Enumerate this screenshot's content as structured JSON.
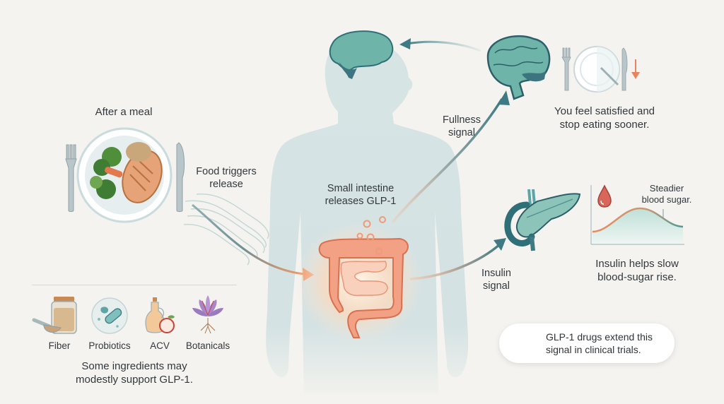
{
  "meal": {
    "title": "After a meal",
    "trigger_label": "Food triggers release"
  },
  "intestine": {
    "label_line1": "Small intestine",
    "label_line2": "releases GLP-1"
  },
  "fullness": {
    "label_line1": "Fullness",
    "label_line2": "signal",
    "result_line1": "You feel satisfied and",
    "result_line2": "stop eating sooner."
  },
  "insulin": {
    "label_line1": "Insulin",
    "label_line2": "signal",
    "chart_label_line1": "Steadier",
    "chart_label_line2": "blood sugar.",
    "result_line1": "Insulin helps slow",
    "result_line2": "blood-sugar rise."
  },
  "ingredients": {
    "items": [
      {
        "label": "Fiber",
        "icon": "fiber-jar-icon"
      },
      {
        "label": "Probiotics",
        "icon": "probiotics-capsule-icon"
      },
      {
        "label": "ACV",
        "icon": "vinegar-apple-icon"
      },
      {
        "label": "Botanicals",
        "icon": "saffron-flower-icon"
      }
    ],
    "note_line1": "Some ingredients may",
    "note_line2": "modestly support GLP-1."
  },
  "callout": {
    "line1": "GLP-1 drugs extend this",
    "line2": "signal in clinical trials.",
    "icon": "syringe-icon"
  },
  "colors": {
    "background": "#f4f3ef",
    "body": "#d3e2e3",
    "teal": "#3f7f86",
    "brain": "#6fb0a8",
    "intestine": "#ef9e80",
    "arrow_orange": "#ee9a6e",
    "accent_red": "#e07a5f"
  }
}
